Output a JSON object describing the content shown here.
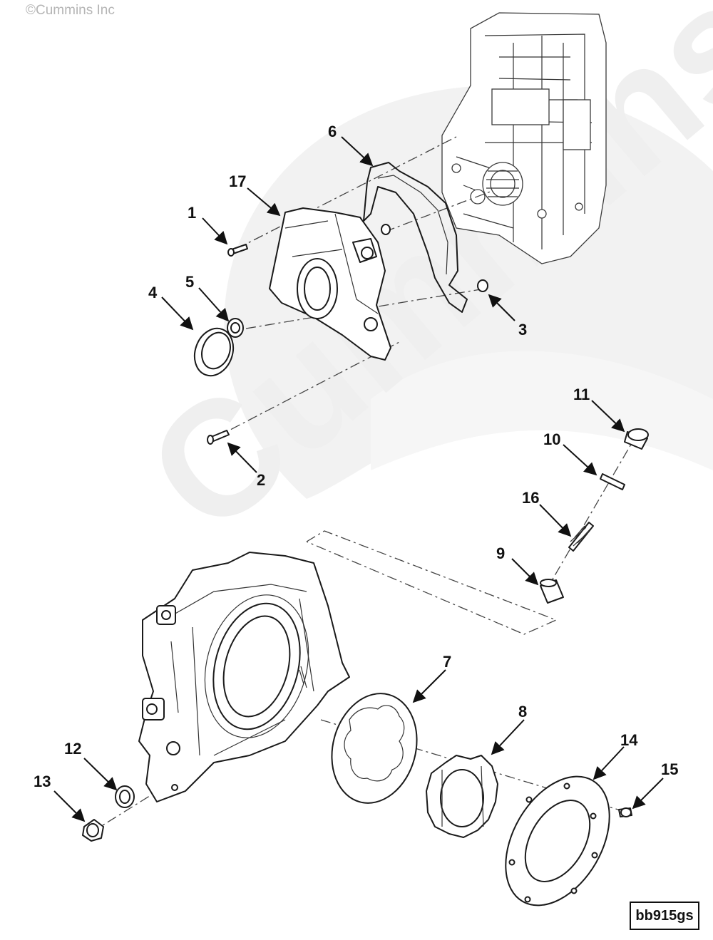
{
  "copyright": "©Cummins Inc",
  "watermark": "Cummins",
  "figure_id": "bb915gs",
  "callouts": [
    "1",
    "2",
    "3",
    "4",
    "5",
    "6",
    "7",
    "8",
    "9",
    "10",
    "11",
    "12",
    "13",
    "14",
    "15",
    "16",
    "17"
  ],
  "colors": {
    "line": "#1a1a1a",
    "watermark": "#f1f1f1",
    "background": "#ffffff"
  }
}
